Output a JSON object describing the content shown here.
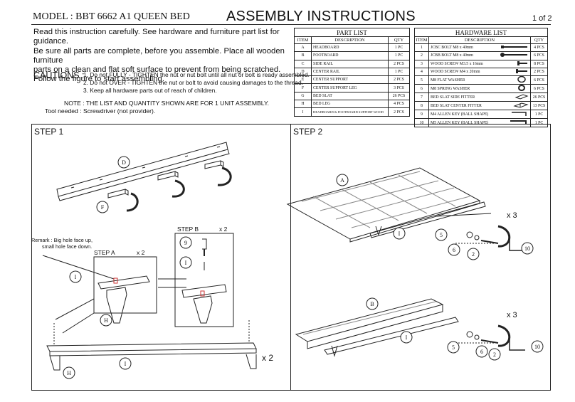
{
  "header": {
    "model": "MODEL : BBT 6662 A1 QUEEN BED",
    "title": "ASSEMBLY INSTRUCTIONS",
    "page": "1 of 2"
  },
  "intro": {
    "lines": [
      "Read this instruction carefully. See hardware and furniture part list for guidance.",
      "Be sure all parts are complete, before you assemble. Place all wooden furniture",
      "parts on a clean and flat soft surface to prevent from being scratched.",
      "Follow the figure to start assembling."
    ]
  },
  "cautions": {
    "label": "CAUTIONS :",
    "items": [
      "1. Do not FULLY - TIGHTEN the nut or nut bolt until all nut or bolt is ready assembled.",
      "2. Do not OVER - TIGHTEN the nut or bolt to avoid causing damages to the thread.",
      "3. Keep all hardware parts out of reach of children."
    ]
  },
  "note": "NOTE : THE LIST AND QUANTITY SHOWN ARE FOR 1 UNIT ASSEMBLY.",
  "tool": "Tool needed : Screwdriver (not provider).",
  "part_list": {
    "caption": "PART LIST",
    "headers": [
      "ITEM",
      "DESCRIPTION",
      "QTY"
    ],
    "rows": [
      [
        "A",
        "HEADBOARD",
        "1 PC"
      ],
      [
        "B",
        "FOOTBOARD",
        "1 PC"
      ],
      [
        "C",
        "SIDE RAIL",
        "2 PCS"
      ],
      [
        "D",
        "CENTER RAIL",
        "1 PC"
      ],
      [
        "E",
        "CENTER SUPPORT",
        "2 PCS"
      ],
      [
        "F",
        "CENTER SUPPORT LEG",
        "3 PCS"
      ],
      [
        "G",
        "BED SLAT",
        "26 PCS"
      ],
      [
        "H",
        "BED LEG",
        "4 PCS"
      ],
      [
        "I",
        "HEADBOARD & FOOTBOARD SUPPORT WOOD",
        "2 PCS"
      ]
    ]
  },
  "hardware_list": {
    "caption": "HARDWARE LIST",
    "headers": [
      "ITEM",
      "DESCRIPTION",
      "QTY"
    ],
    "rows": [
      [
        "1",
        "JCBC BOLT M8 x 40mm",
        "4 PCS"
      ],
      [
        "2",
        "JCBB BOLT M8 x 40mm",
        "6 PCS"
      ],
      [
        "3",
        "WOOD SCREW M3.5 x 16mm",
        "8 PCS"
      ],
      [
        "4",
        "WOOD SCREW M4 x 20mm",
        "2 PCS"
      ],
      [
        "5",
        "M8 FLAT WASHER",
        "6 PCS"
      ],
      [
        "6",
        "M8 SPRING WASHER",
        "6 PCS"
      ],
      [
        "7",
        "BED SLAT SIDE FITTER",
        "26 PCS"
      ],
      [
        "8",
        "BED SLAT CENTER FITTER",
        "13 PCS"
      ],
      [
        "9",
        "M4 ALLEN KEY (BALL SHAPE)",
        "1 PC"
      ],
      [
        "10",
        "M5 ALLEN KEY (BALL SHAPE)",
        "1 PC"
      ]
    ],
    "icons": [
      "long-bolt-icon",
      "long-bolt-icon",
      "screw-icon",
      "screw-icon",
      "flat-washer-icon",
      "spring-washer-icon",
      "slat-fitter-icon",
      "slat-fitter-icon",
      "allen-key-icon",
      "allen-key-icon"
    ]
  },
  "step1": {
    "label": "STEP 1",
    "remark": [
      "Remark : Big hole face up,",
      "small hole face down."
    ],
    "step_a": "STEP A",
    "step_a_qty": "x 2",
    "step_b": "STEP B",
    "step_b_qty": "x 2",
    "qty": "x 2",
    "callouts": [
      "D",
      "F",
      "I",
      "H",
      "9",
      "I",
      "I",
      "H"
    ]
  },
  "step2": {
    "label": "STEP 2",
    "qty_top": "x 3",
    "qty_bottom": "x 3",
    "callouts": [
      "A",
      "I",
      "5",
      "6",
      "2",
      "10",
      "B",
      "I",
      "5",
      "6",
      "2",
      "10"
    ]
  }
}
